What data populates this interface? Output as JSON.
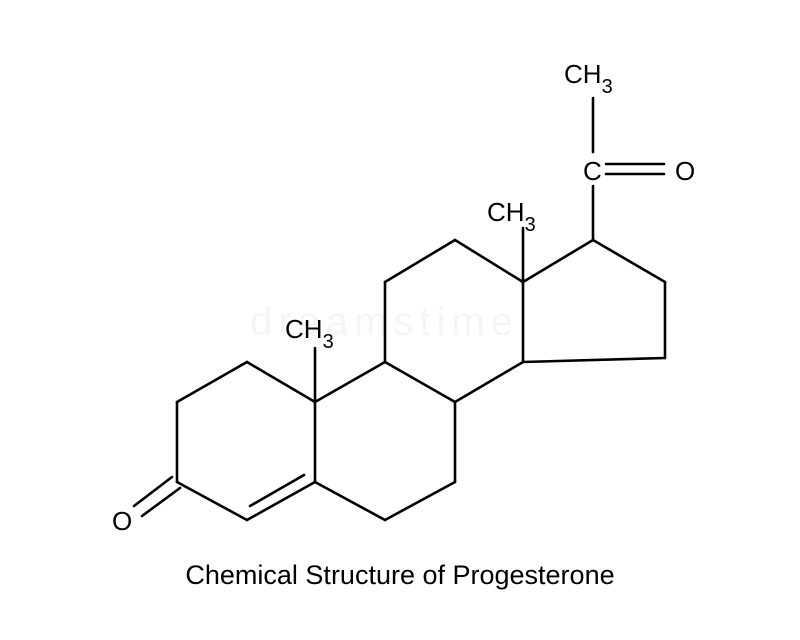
{
  "molecule": {
    "ketone_oxygen_left": "O",
    "ketone_oxygen_right": "O",
    "carbonyl_carbon": "C",
    "methyl_groups": [
      {
        "base": "CH",
        "sub": "3"
      },
      {
        "base": "CH",
        "sub": "3"
      },
      {
        "base": "CH",
        "sub": "3"
      }
    ]
  },
  "caption": "Chemical Structure of Progesterone",
  "watermark": "dreamstime"
}
